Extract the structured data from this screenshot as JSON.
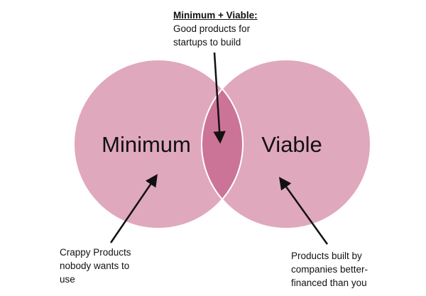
{
  "colors": {
    "left_circle": "#e0a8bc",
    "right_circle": "#e0a8bc",
    "overlap": "#cc7398",
    "outline": "#ffffff",
    "arrow": "#111111",
    "text": "#111111"
  },
  "circles": {
    "left_label": "Minimum",
    "right_label": "Viable"
  },
  "notes": {
    "top": {
      "title": "Minimum + Viable:",
      "lines": [
        "Good products for",
        "startups to build"
      ]
    },
    "left": {
      "lines": [
        "Crappy Products",
        "nobody wants to",
        "use"
      ]
    },
    "right": {
      "lines": [
        "Products built by",
        "companies better-",
        "financed than you"
      ]
    }
  }
}
